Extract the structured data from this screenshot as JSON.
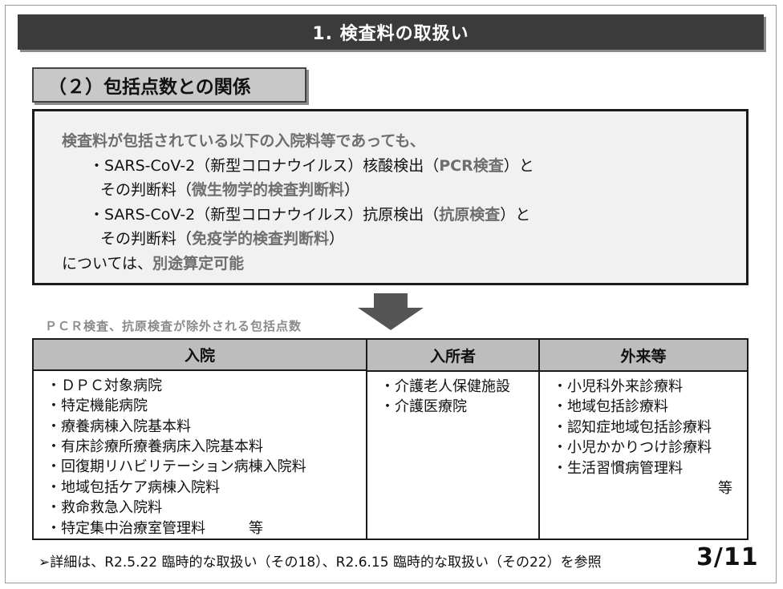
{
  "header": {
    "title": "1. 検査料の取扱い"
  },
  "section": {
    "label": "（２）包括点数との関係"
  },
  "notice": {
    "line1": "検査料が包括されている以下の入院料等であっても、",
    "item1_prefix": "・SARS-CoV-2（新型コロナウイルス）核酸検出（",
    "item1_highlight": "PCR検査",
    "item1_suffix": "）と",
    "item1_sub_prefix": "その判断料（",
    "item1_sub_highlight": "微生物学的検査判断料",
    "item1_sub_suffix": "）",
    "item2_prefix": "・SARS-CoV-2（新型コロナウイルス）抗原検出（",
    "item2_highlight": "抗原検査",
    "item2_suffix": "）と",
    "item2_sub_prefix": "その判断料（",
    "item2_sub_highlight": "免疫学的検査判断料",
    "item2_sub_suffix": "）",
    "last_prefix": "については、",
    "last_highlight": "別途算定可能"
  },
  "table": {
    "caption": "ＰＣＲ検査、抗原検査が除外される包括点数",
    "columns": [
      {
        "header": "入院",
        "items": [
          "・ＤＰＣ対象病院",
          "・特定機能病院",
          "・療養病棟入院基本料",
          "・有床診療所療養病床入院基本料",
          "・回復期リハビリテーション病棟入院料",
          "・地域包括ケア病棟入院料",
          "・救命救急入院料",
          "・特定集中治療室管理料　　　等"
        ]
      },
      {
        "header": "入所者",
        "items": [
          "・介護老人保健施設",
          "・介護医療院"
        ]
      },
      {
        "header": "外来等",
        "items": [
          "・小児科外来診療料",
          "・地域包括診療料",
          "・認知症地域包括診療料",
          "・小児かかりつけ診療料",
          "・生活習慣病管理料"
        ],
        "tail": "等"
      }
    ]
  },
  "footer": {
    "note": "➢詳細は、R2.5.22 臨時的な取扱い（その18）、R2.6.15 臨時的な取扱い（その22）を参照",
    "page": "3/11"
  },
  "colors": {
    "title_bar": "#3b3b3b",
    "section_bg": "#c8c8c8",
    "notice_bg": "#f1f1f1",
    "highlight_text": "#6e6e6e",
    "table_header_bg": "#bdbdbd",
    "arrow": "#555555"
  },
  "icons": {
    "arrow": "down-arrow-icon"
  }
}
